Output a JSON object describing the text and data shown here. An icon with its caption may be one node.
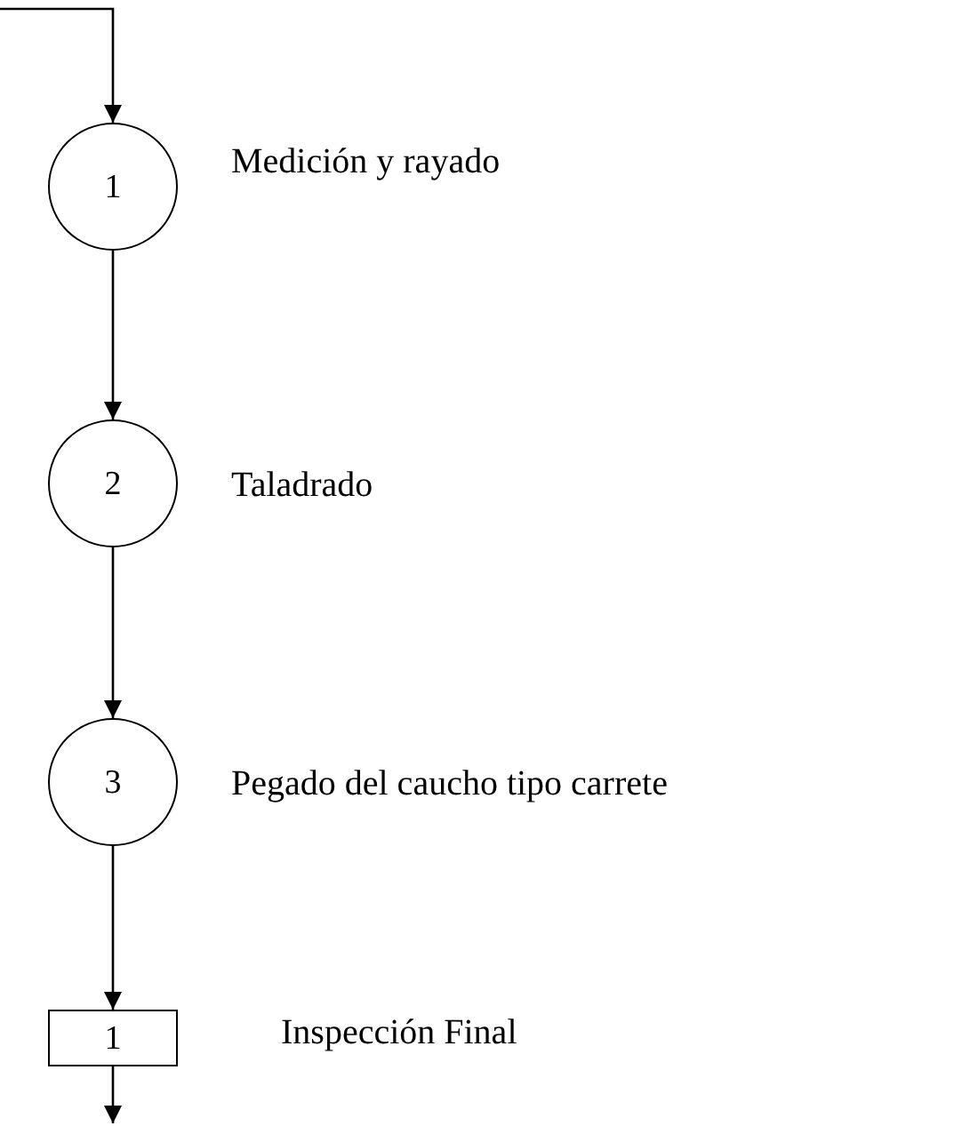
{
  "diagram": {
    "nodes": [
      {
        "text": [
          "1"
        ],
        "beside": [
          "Medición y rayado"
        ]
      },
      {
        "text": [
          "2"
        ],
        "beside": [
          "Taladrado"
        ]
      },
      {
        "text": [
          "3"
        ],
        "beside": [
          "Pegado del caucho tipo carrete"
        ]
      },
      {
        "text": [
          "1"
        ],
        "beside": [
          "Inspección Final"
        ]
      }
    ],
    "edges": [
      {
        "from": null,
        "to": 0,
        "arrow": "to"
      },
      {
        "from": 0,
        "to": 1,
        "arrow": "to"
      },
      {
        "from": 1,
        "to": 2,
        "arrow": "to"
      },
      {
        "from": 2,
        "to": 3,
        "arrow": "to"
      },
      {
        "from": 3,
        "to": null,
        "arrow": "to"
      }
    ]
  }
}
